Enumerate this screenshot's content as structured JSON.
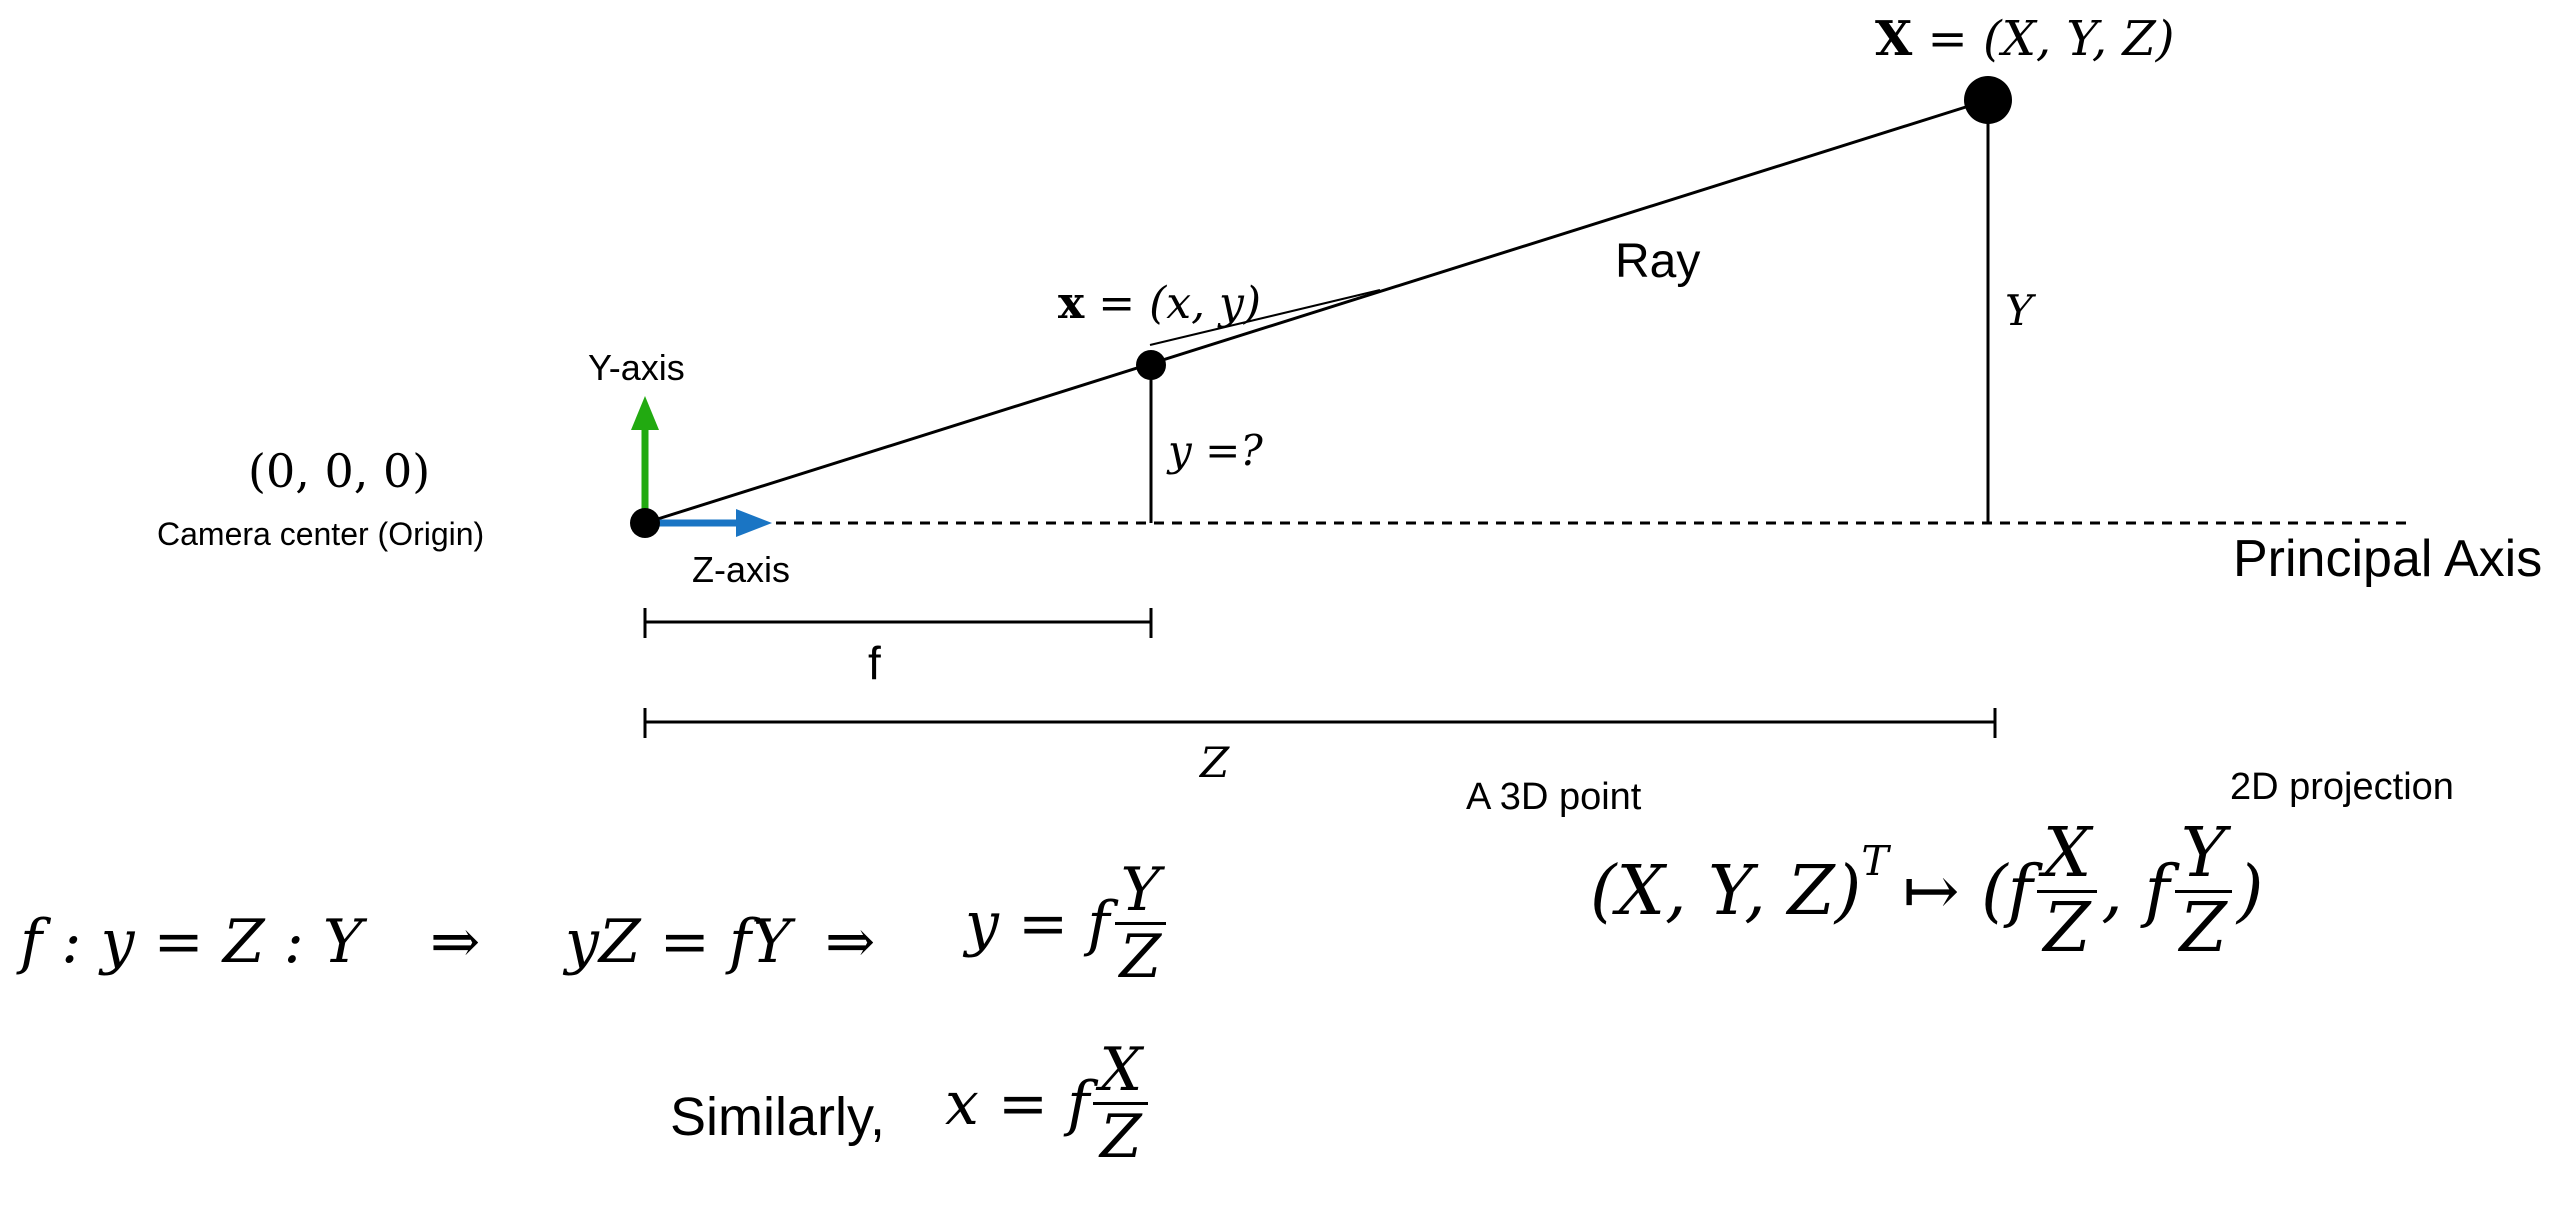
{
  "labels": {
    "point3d": "X = (X, Y, Z)",
    "point3d_bold": "X",
    "point3d_rest": "= (X, Y, Z)",
    "point2d_bold": "x",
    "point2d_rest": "= (x, y)",
    "ray": "Ray",
    "Y_height": "Y",
    "y_unknown": "y =?",
    "y_axis": "Y-axis",
    "z_axis": "Z-axis",
    "origin_coords": "(0, 0, 0)",
    "camera_center": "Camera center (Origin)",
    "principal_axis": "Principal Axis",
    "f_dim": "f",
    "Z_dim": "Z",
    "a_3d_point": "A 3D point",
    "projection_2d": "2D projection",
    "similarly": "Similarly,"
  },
  "equations": {
    "ratio": "f : y = Z : Y",
    "implies1": "⇒",
    "yZ": "yZ = fY",
    "implies2": "⇒",
    "y_eq_lhs": "y = f",
    "Y": "Y",
    "Z": "Z",
    "x_eq_lhs": "x = f",
    "X": "X",
    "proj_lhs": "(X, Y, Z)",
    "T": "T",
    "mapsto": "↦ (f",
    "comma": ", f",
    "close": ")"
  },
  "colors": {
    "y_axis_arrow": "#22aa11",
    "z_axis_arrow": "#1a75c4",
    "line": "#000000"
  }
}
